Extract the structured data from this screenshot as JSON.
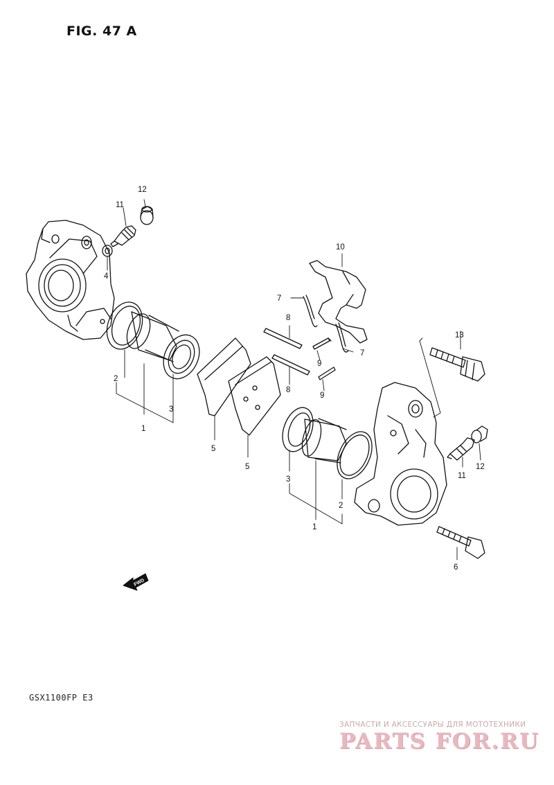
{
  "figure": {
    "title": "FIG. 47 A"
  },
  "model": "GSX1100FP  E3",
  "watermark": {
    "tagline": "ЗАПЧАСТИ И АКСЕССУАРЫ ДЛЯ МОТОТЕХНИКИ",
    "logo": "PARTS FOR.RU"
  },
  "direction_marker": "FWD",
  "callouts": [
    "1",
    "2",
    "3",
    "4",
    "5",
    "5",
    "6",
    "7",
    "7",
    "8",
    "8",
    "9",
    "9",
    "10",
    "11",
    "11",
    "12",
    "12",
    "13",
    "1",
    "2",
    "3"
  ],
  "colors": {
    "ink": "#111111",
    "watermark": "#e9b8bf"
  }
}
